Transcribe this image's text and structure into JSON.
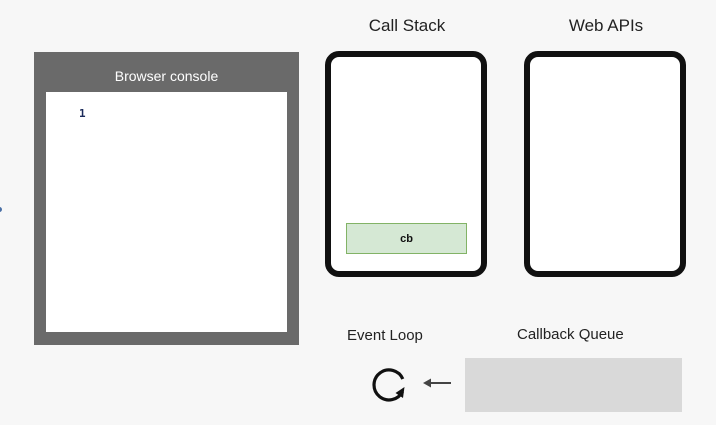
{
  "console": {
    "title": "Browser console",
    "lines": [
      "1"
    ]
  },
  "call_stack": {
    "title": "Call Stack",
    "frames": [
      "cb"
    ]
  },
  "web_apis": {
    "title": "Web APIs"
  },
  "event_loop": {
    "label": "Event Loop",
    "icon": "loop-arrow-icon"
  },
  "callback_queue": {
    "label": "Callback Queue",
    "items": []
  },
  "colors": {
    "console_frame": "#6a6a6a",
    "panel_border": "#111111",
    "stack_frame_fill": "#d5e8d4",
    "stack_frame_border": "#82b366",
    "queue_fill": "#d9d9d9"
  }
}
